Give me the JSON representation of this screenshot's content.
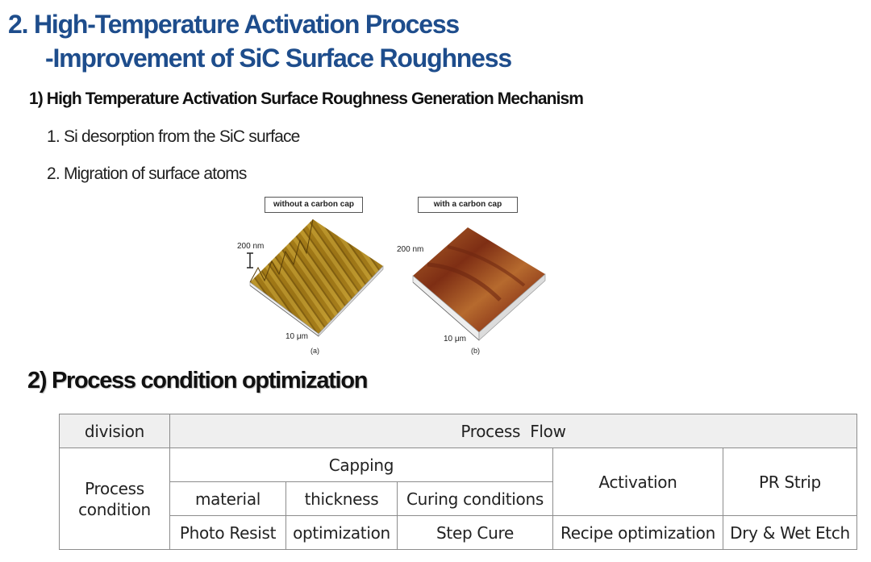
{
  "heading": {
    "line1": "2. High-Temperature Activation Process",
    "line2": "-Improvement of SiC Surface Roughness"
  },
  "section1": {
    "title": "1) High Temperature Activation Surface Roughness Generation Mechanism",
    "items": [
      "1. Si desorption from the SiC surface",
      "2. Migration of surface atoms"
    ]
  },
  "figure": {
    "panel_a": {
      "caption": "without a carbon cap",
      "scale_z": "200 nm",
      "scale_xy": "10 μm",
      "label": "(a)"
    },
    "panel_b": {
      "caption": "with a carbon cap",
      "scale_z": "200 nm",
      "scale_xy": "10 μm",
      "label": "(b)"
    }
  },
  "section2": {
    "title": "2) Process condition optimization"
  },
  "table": {
    "division": "division",
    "process_flow": "Process  Flow",
    "process_condition_line1": "Process",
    "process_condition_line2": "condition",
    "capping": "Capping",
    "activation": "Activation",
    "pr_strip": "PR Strip",
    "material": "material",
    "thickness": "thickness",
    "curing_conditions": "Curing conditions",
    "photo_resist": "Photo Resist",
    "optimization": "optimization",
    "step_cure": "Step Cure",
    "recipe_optimization": "Recipe optimization",
    "dry_wet_etch": "Dry & Wet Etch"
  },
  "colors": {
    "title": "#1e4d8c",
    "header_bg": "#efefef",
    "border": "#8c8c8c"
  }
}
